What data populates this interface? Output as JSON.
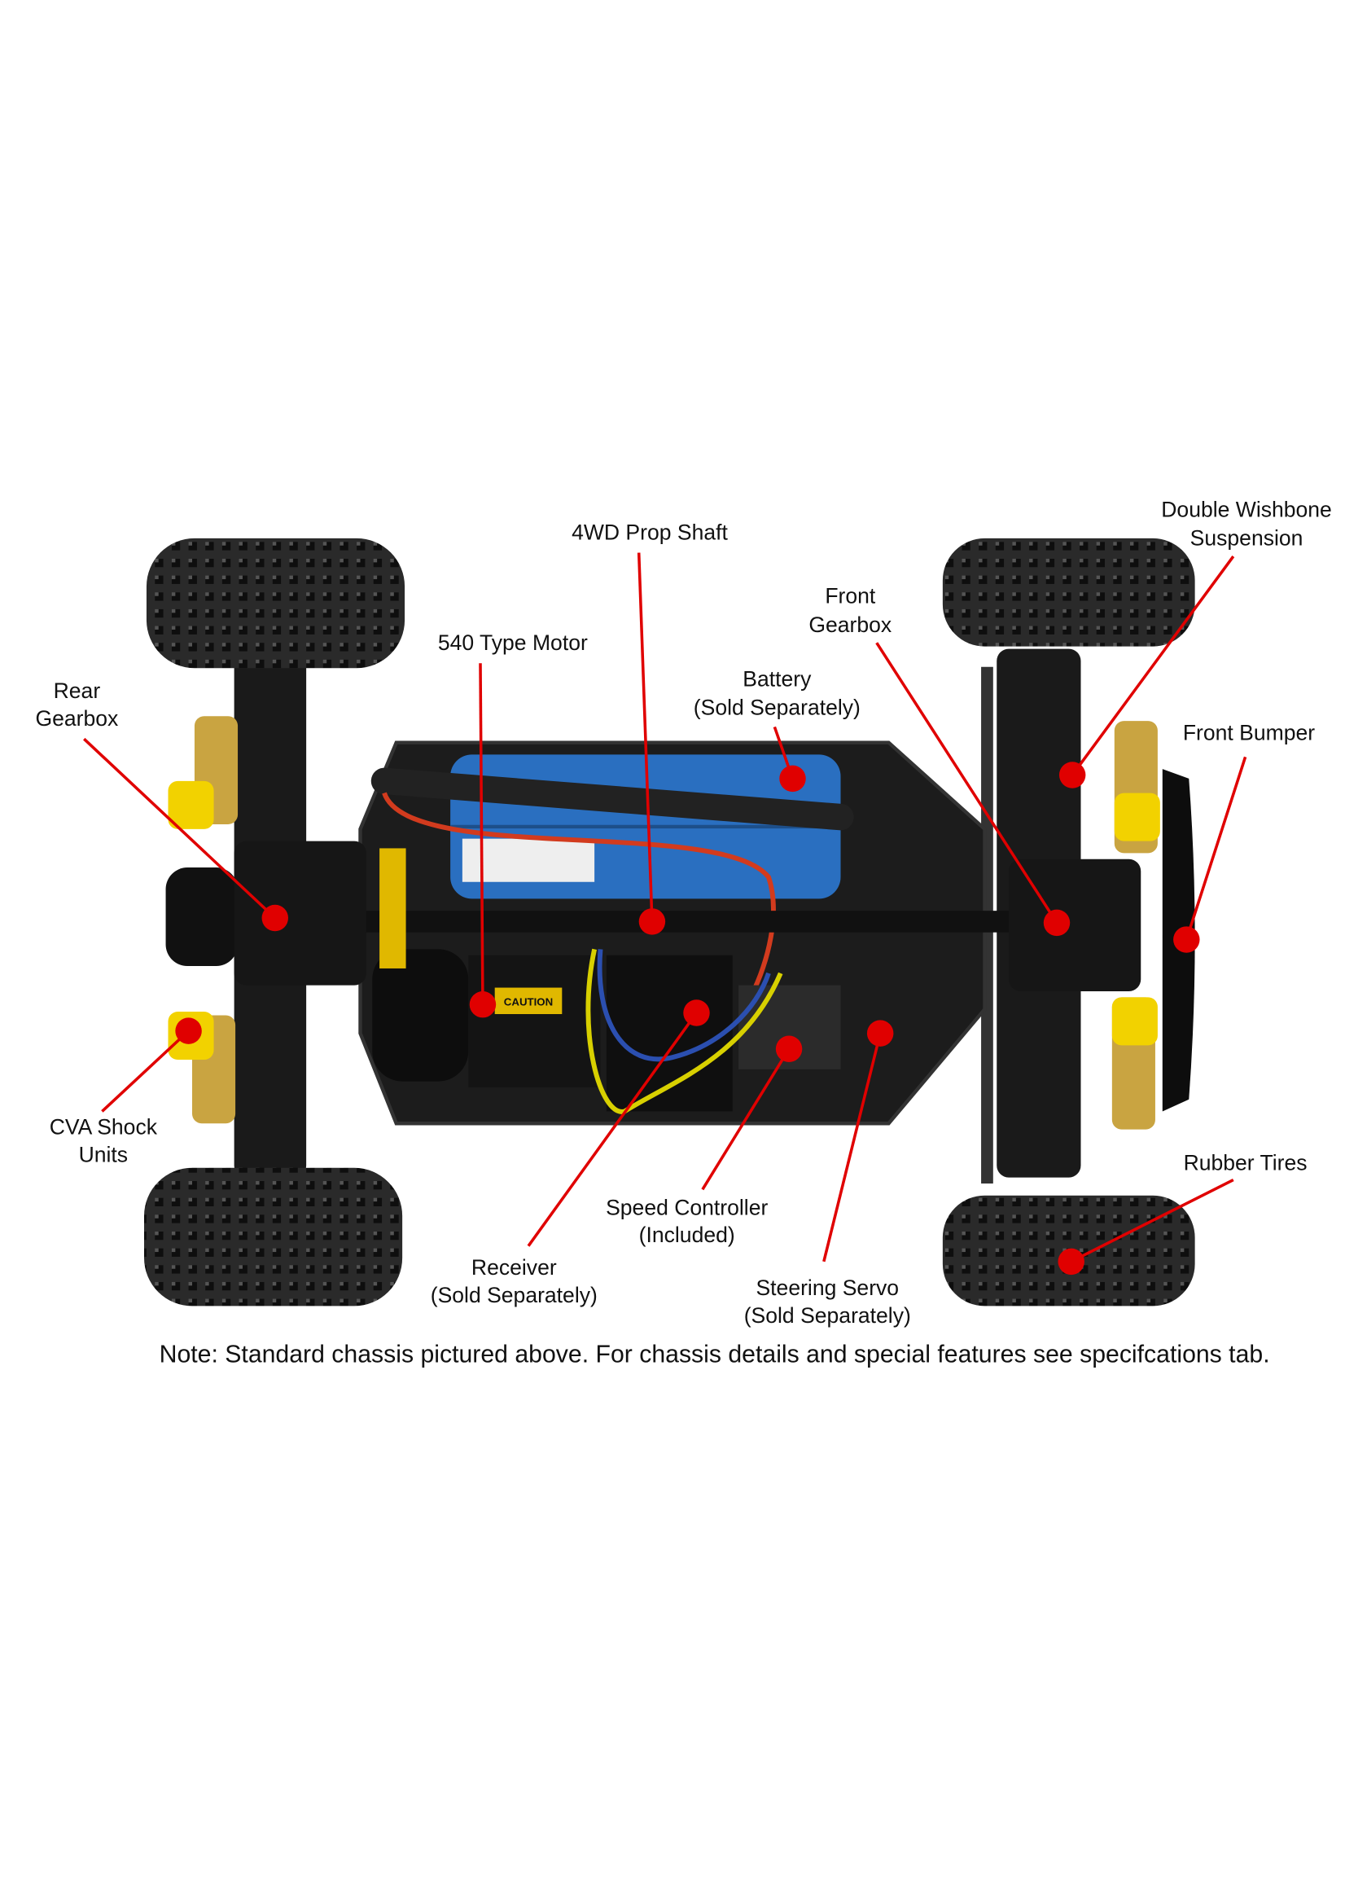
{
  "labels": {
    "double_wishbone": [
      "Double Wishbone",
      "Suspension"
    ],
    "prop_shaft": [
      "4WD Prop Shaft"
    ],
    "front_gearbox": [
      "Front",
      "Gearbox"
    ],
    "motor": [
      "540 Type Motor"
    ],
    "battery": [
      "Battery",
      "(Sold Separately)"
    ],
    "rear_gearbox": [
      "Rear",
      "Gearbox"
    ],
    "front_bumper": [
      "Front Bumper"
    ],
    "cva_shock": [
      "CVA Shock",
      "Units"
    ],
    "rubber_tires": [
      "Rubber Tires"
    ],
    "speed_controller": [
      "Speed Controller",
      "(Included)"
    ],
    "receiver": [
      "Receiver",
      "(Sold Separately)"
    ],
    "steering_servo": [
      "Steering Servo",
      "(Sold Separately)"
    ]
  },
  "decals": {
    "caution": "CAUTION"
  },
  "note": "Note: Standard chassis pictured above. For chassis details and special features see specifcations tab.",
  "colors": {
    "marker": "#e00000",
    "battery": "#2a6fc0",
    "shock": "#f2d200"
  }
}
